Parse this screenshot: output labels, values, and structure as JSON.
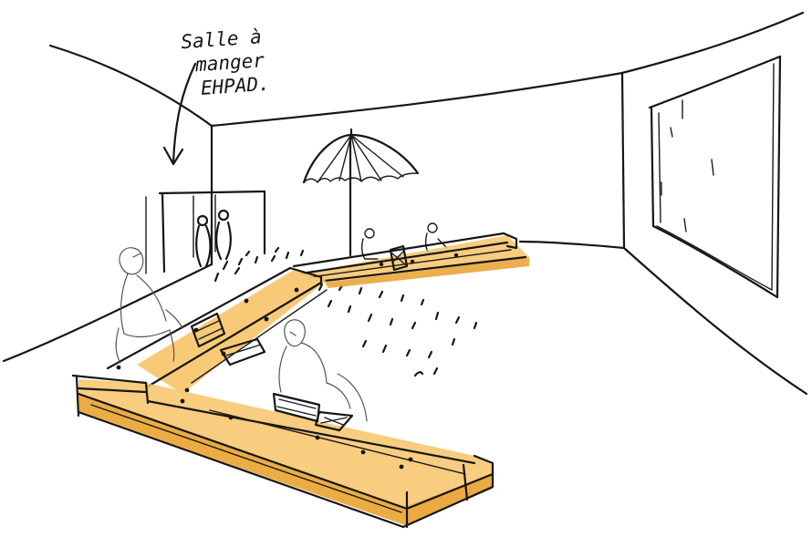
{
  "annotation": {
    "line1": "Salle à",
    "line2": "manger",
    "line3": "EHPAD."
  },
  "colors": {
    "ink": "#161616",
    "wood_light": "#f7c468",
    "wood_dark": "#e9a63a",
    "paper": "#ffffff"
  }
}
